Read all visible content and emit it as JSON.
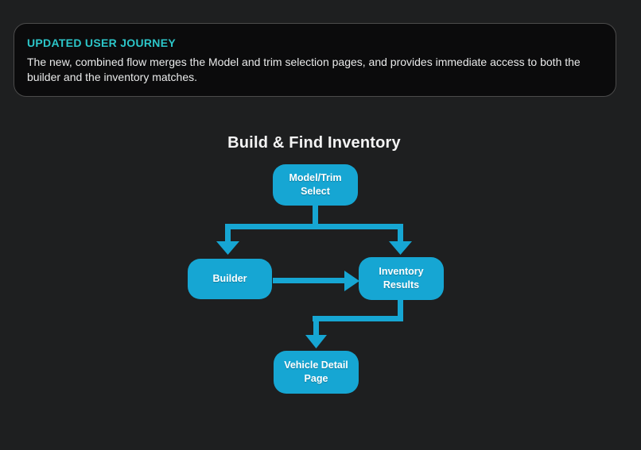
{
  "colors": {
    "page-bg": "#1e1f20",
    "card-bg": "#0b0b0c",
    "card-border": "#4b4b4b",
    "accent-teal": "#2cc6c9",
    "node-cyan": "#16a6d3",
    "text-light": "#e9eaea",
    "title-white": "#f4f4f4"
  },
  "card": {
    "title": "UPDATED USER JOURNEY",
    "body": "The new, combined flow merges the Model and trim selection pages, and provides immediate access to both the builder and the inventory matches."
  },
  "diagram": {
    "title": "Build & Find Inventory",
    "nodes": [
      {
        "id": "model-trim-select",
        "label": "Model/Trim\nSelect"
      },
      {
        "id": "builder",
        "label": "Builder"
      },
      {
        "id": "inventory-results",
        "label": "Inventory\nResults"
      },
      {
        "id": "vehicle-detail-page",
        "label": "Vehicle Detail\nPage"
      }
    ],
    "edges": [
      {
        "from": "model-trim-select",
        "to": "builder"
      },
      {
        "from": "model-trim-select",
        "to": "inventory-results"
      },
      {
        "from": "builder",
        "to": "inventory-results"
      },
      {
        "from": "inventory-results",
        "to": "vehicle-detail-page"
      }
    ]
  }
}
